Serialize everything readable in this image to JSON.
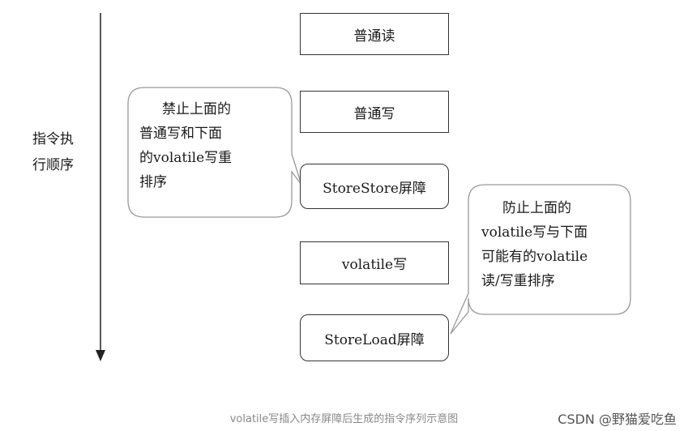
{
  "diagram": {
    "axis_label_lines": [
      "指令执",
      "行顺序"
    ],
    "boxes": [
      "普通读",
      "普通写",
      "StoreStore屏障",
      "volatile写",
      "StoreLoad屏障"
    ],
    "left_note_lines": [
      "禁止上面的",
      "普通写和下面",
      "的volatile写重",
      "排序"
    ],
    "right_note_lines": [
      "防止上面的",
      "volatile写与下面",
      "可能有的volatile",
      "读/写重排序"
    ]
  },
  "caption": "volatile写插入内存屏障后生成的指令序列示意图",
  "watermark": "CSDN @野猫爱吃鱼"
}
